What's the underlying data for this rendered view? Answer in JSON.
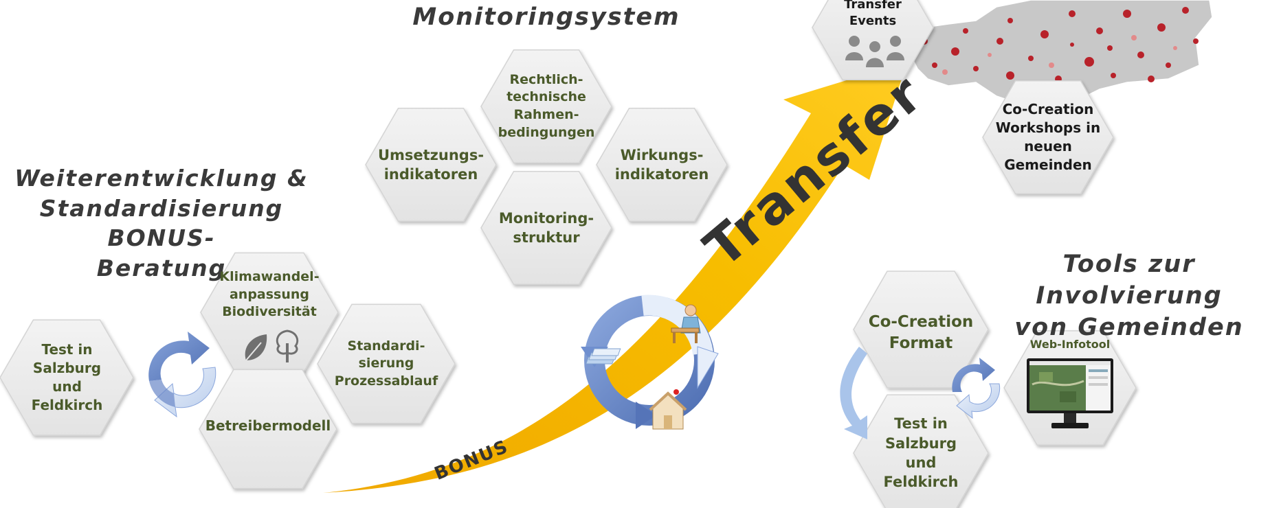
{
  "headings": {
    "monitoring": "Monitoringsystem",
    "weiterentwicklung": "Weiterentwicklung &\nStandardisierung BONUS-\nBeratung",
    "tools": "Tools zur Involvierung\nvon Gemeinden"
  },
  "arrow": {
    "transfer_label": "Transfer",
    "bonus_label": "BONUS",
    "color": "#f5b800"
  },
  "monitoring_hexes": {
    "rechtlich": "Rechtlich-\ntechnische\nRahmen-\nbedingungen",
    "umsetzung": "Umsetzungs-\nindikatoren",
    "wirkung": "Wirkungs-\nindikatoren",
    "struktur": "Monitoring-\nstruktur"
  },
  "bonus_hexes": {
    "test": "Test in\nSalzburg\nund\nFeldkirch",
    "klima": "Klimawandel-\nanpassung\nBiodiversität",
    "standard": "Standardi-\nsierung\nProzessablauf",
    "betreiber": "Betreibermodell"
  },
  "transfer_hexes": {
    "events": "Transfer\nEvents",
    "cocreation_workshops": "Co-Creation\nWorkshops in\nneuen\nGemeinden"
  },
  "tools_hexes": {
    "format": "Co-Creation\nFormat",
    "test": "Test in\nSalzburg\nund\nFeldkirch",
    "webinfotool": "Web-Infotool"
  },
  "icons": {
    "cycle_left": "cycle-arrows-icon",
    "cycle_center": "cycle-arrows-icon",
    "cycle_tools": "cycle-arrows-icon",
    "leaf": "leaf-icon",
    "tree": "tree-icon",
    "people": "people-icon",
    "monitor": "monitor-icon",
    "map": "austria-map-icon",
    "house": "house-icon",
    "person_desk": "person-at-desk-icon",
    "documents": "documents-icon",
    "down_arrow": "curved-down-arrow-icon"
  },
  "colors": {
    "hex_fill": "#ececec",
    "hex_text": "#4a5a2a",
    "cycle_blue": "#7090cc",
    "cycle_light": "#c9d8f0"
  }
}
